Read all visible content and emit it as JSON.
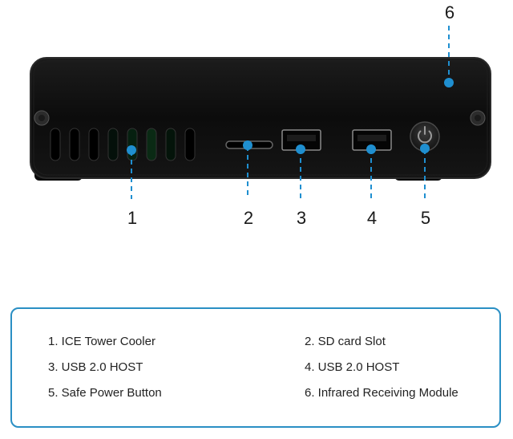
{
  "colors": {
    "device_body": "#101010",
    "device_edge": "#2a2a2a",
    "callout_dash": "#1f8fd0",
    "callout_dot": "#1f8fd0",
    "legend_border": "#2a8fc4",
    "vent_glow": "#1f5f2a"
  },
  "callouts": [
    {
      "number": "1",
      "target": "ventilation-grille"
    },
    {
      "number": "2",
      "target": "sd-card-slot"
    },
    {
      "number": "3",
      "target": "usb-port-left"
    },
    {
      "number": "4",
      "target": "usb-port-right"
    },
    {
      "number": "5",
      "target": "power-button"
    },
    {
      "number": "6",
      "target": "infrared-receiver"
    }
  ],
  "legend": {
    "items": [
      "1. ICE Tower Cooler",
      "2. SD card Slot",
      "3. USB 2.0 HOST",
      "4. USB 2.0 HOST",
      "5. Safe Power Button",
      "6. Infrared Receiving Module"
    ]
  }
}
